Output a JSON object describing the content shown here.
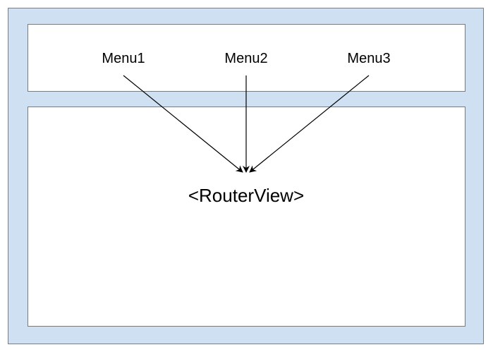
{
  "menus": [
    {
      "label": "Menu1"
    },
    {
      "label": "Menu2"
    },
    {
      "label": "Menu3"
    }
  ],
  "router_view": {
    "label": "<RouterView>"
  },
  "colors": {
    "frame_fill": "#cfe0f2",
    "frame_border": "#6f7f94",
    "panel_fill": "#ffffff",
    "panel_border": "#7a7a7a",
    "arrow": "#000000"
  }
}
